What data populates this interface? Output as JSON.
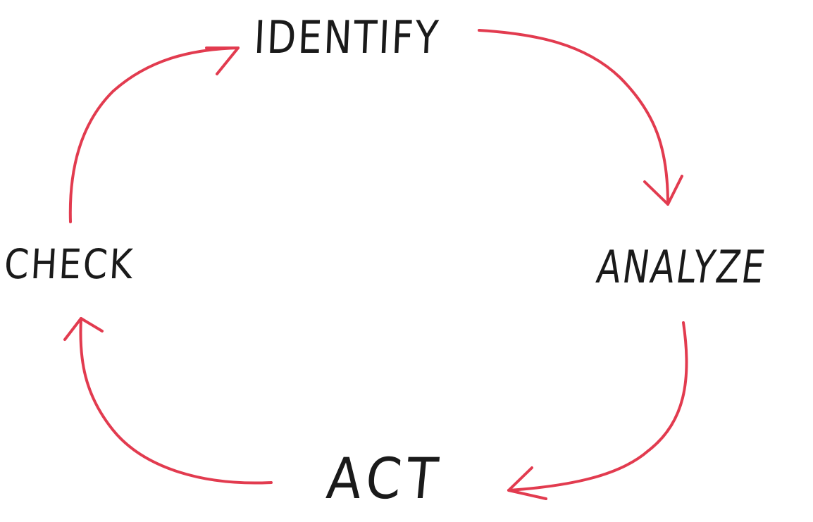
{
  "diagram": {
    "steps": [
      {
        "id": "identify",
        "label": "IDENTIFY"
      },
      {
        "id": "analyze",
        "label": "ANALYZE"
      },
      {
        "id": "act",
        "label": "ACT"
      },
      {
        "id": "check",
        "label": "CHECK"
      }
    ],
    "connections": [
      {
        "from": "identify",
        "to": "analyze"
      },
      {
        "from": "analyze",
        "to": "act"
      },
      {
        "from": "act",
        "to": "check"
      },
      {
        "from": "check",
        "to": "identify"
      }
    ],
    "colors": {
      "arrow": "#e23b4f",
      "text": "#1a1a1a",
      "background": "#ffffff"
    }
  }
}
